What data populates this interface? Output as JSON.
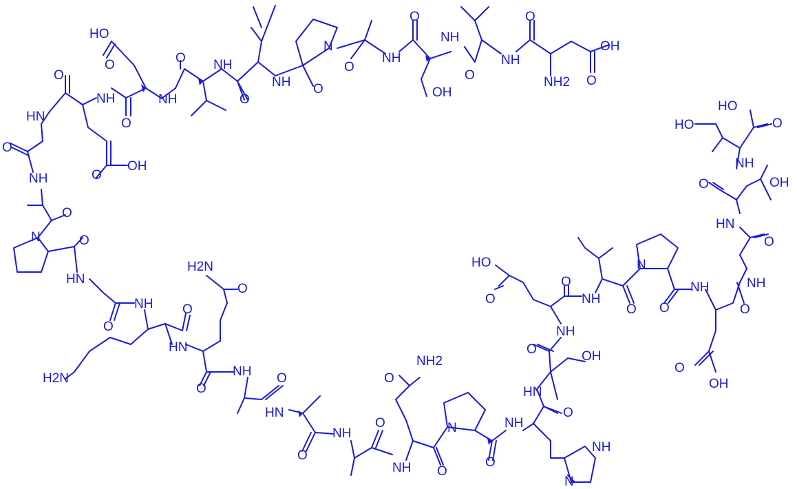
{
  "labels": {
    "oh": "OH",
    "ho": "HO",
    "o": "O",
    "nh": "NH",
    "hn": "HN",
    "n": "N",
    "nh2": "NH2",
    "h2n": "H2N"
  }
}
